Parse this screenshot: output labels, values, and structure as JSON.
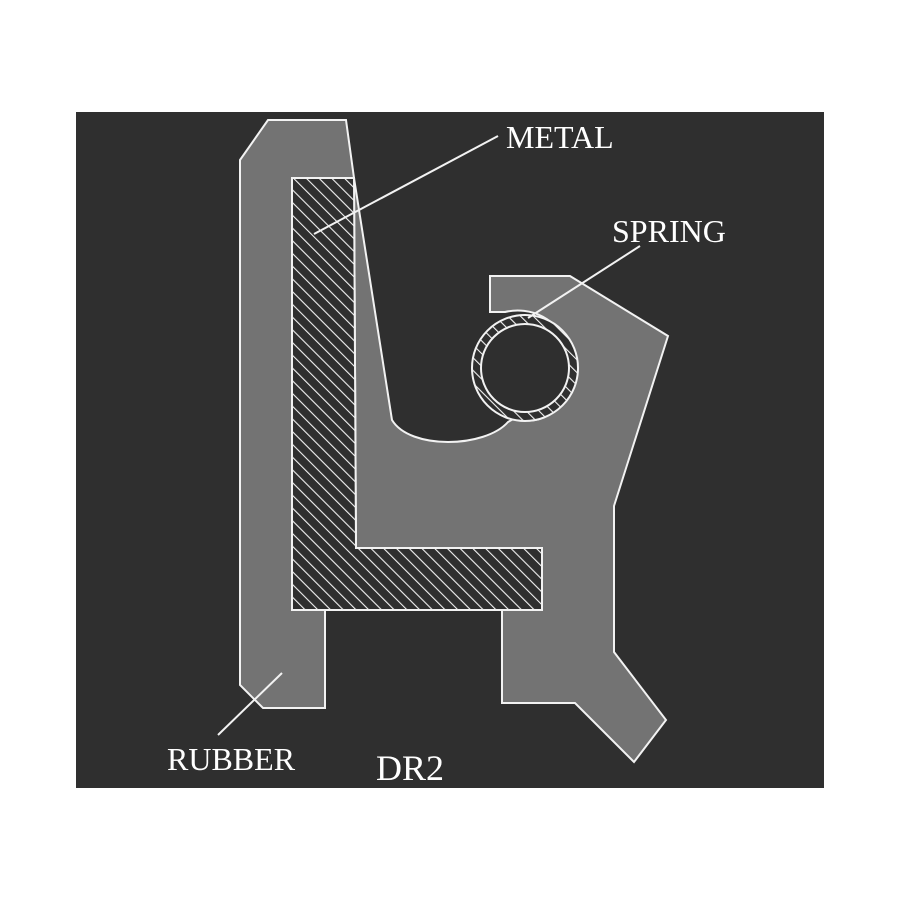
{
  "diagram": {
    "colors": {
      "background": "#2f2f2f",
      "rubber": "#737373",
      "outline": "#f2f2f2",
      "hatch": "#f2f2f2"
    },
    "labels": {
      "metal": "METAL",
      "spring": "SPRING",
      "rubber": "RUBBER",
      "model": "DR2"
    }
  }
}
